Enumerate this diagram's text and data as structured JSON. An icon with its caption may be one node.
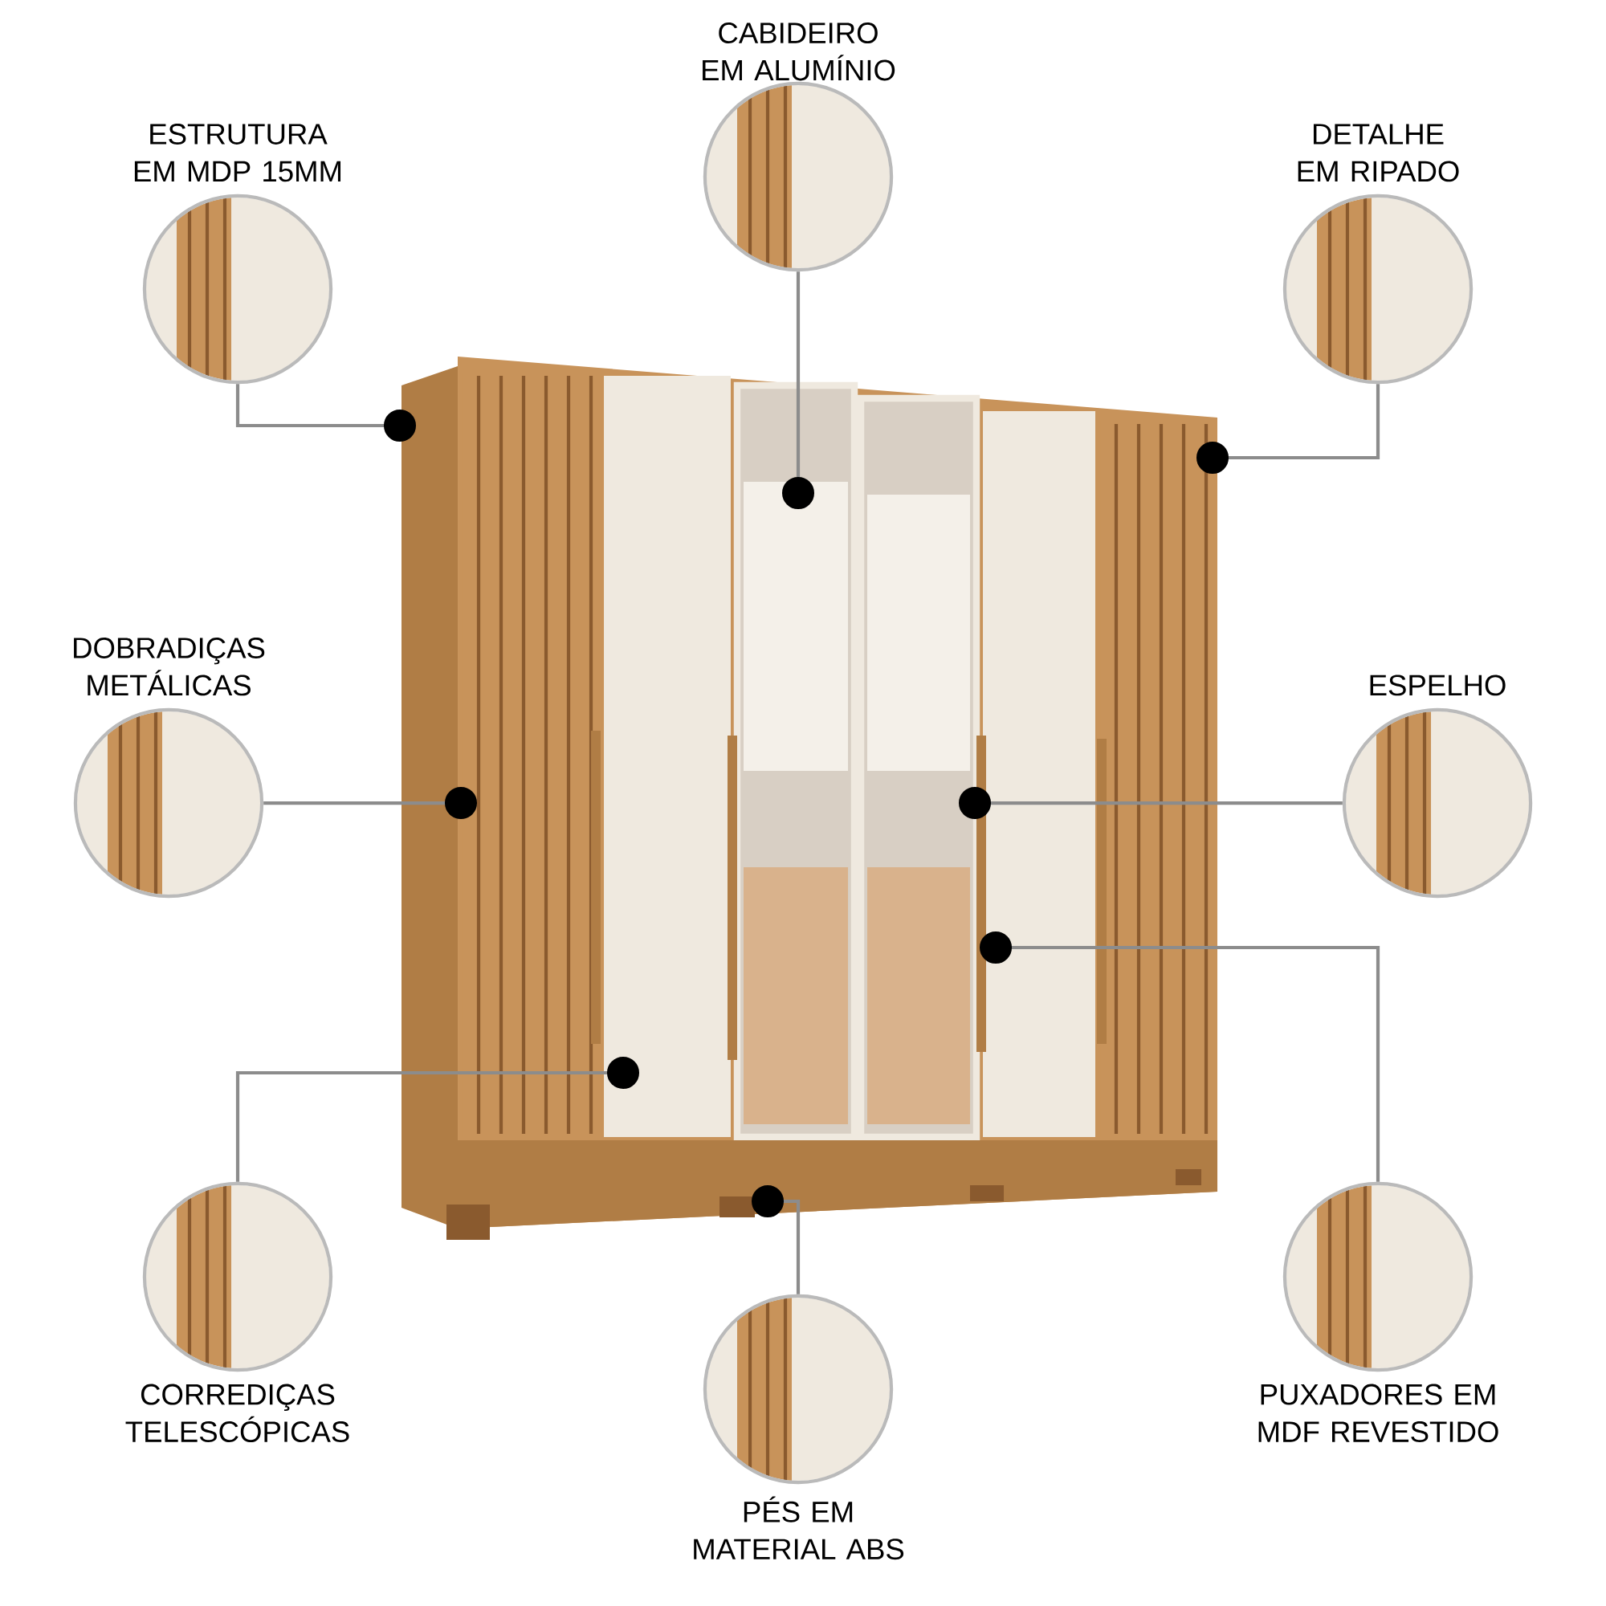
{
  "diagram": {
    "nodes": [
      {
        "text": [],
        "shape": "picture"
      },
      {
        "text": [
          "ESTRUTURA EM MDP 15MM"
        ]
      },
      {
        "text": [
          "CABIDEIRO EM ALUMÍNIO"
        ]
      },
      {
        "text": [
          "DETALHE EM RIPADO"
        ]
      },
      {
        "text": [
          "DOBRADIÇAS METÁLICAS"
        ]
      },
      {
        "text": [
          "ESPELHO"
        ]
      },
      {
        "text": [
          "CORREDIÇAS TELESCÓPICAS"
        ]
      },
      {
        "text": [
          "PÉS EM MATERIAL ABS"
        ]
      },
      {
        "text": [
          "PUXADORES EM MDF REVESTIDO"
        ]
      }
    ],
    "edges": [
      {
        "from": 1,
        "to": 0,
        "arrow": "other"
      },
      {
        "from": 2,
        "to": 0,
        "arrow": "other"
      },
      {
        "from": 3,
        "to": 0,
        "arrow": "other"
      },
      {
        "from": 4,
        "to": 0,
        "arrow": "other"
      },
      {
        "from": 5,
        "to": 0,
        "arrow": "other"
      },
      {
        "from": 6,
        "to": 0,
        "arrow": "other"
      },
      {
        "from": 7,
        "to": 0,
        "arrow": "other"
      },
      {
        "from": 8,
        "to": 0,
        "arrow": "other"
      }
    ]
  }
}
